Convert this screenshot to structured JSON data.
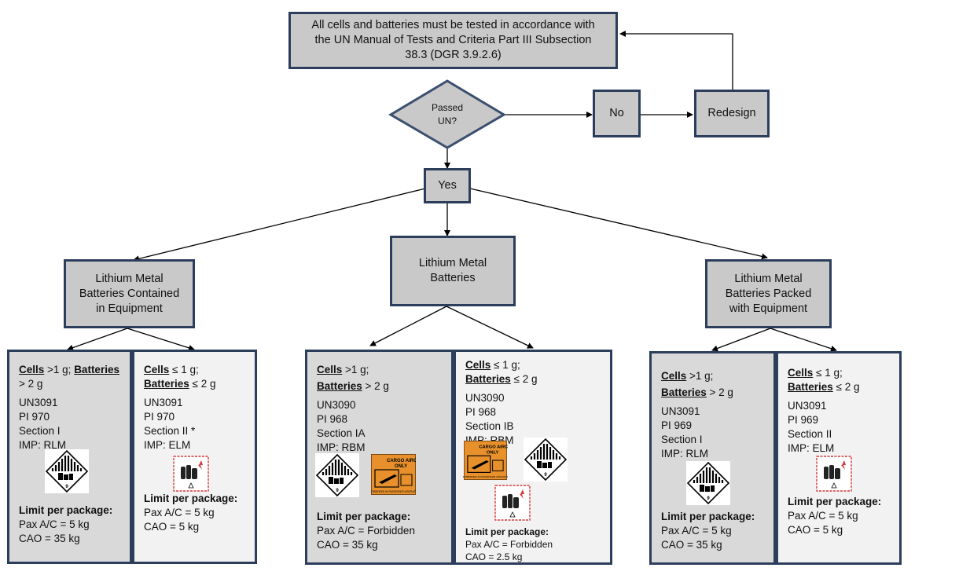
{
  "top": {
    "text": "All cells and batteries must be tested in accordance with the UN Manual of Tests and Criteria Part III Subsection 38.3 (DGR 3.9.2.6)"
  },
  "decision": {
    "line1": "Passed",
    "line2": "UN?"
  },
  "no": "No",
  "redesign": "Redesign",
  "yes": "Yes",
  "categories": {
    "equipment": "Lithium Metal Batteries Contained in Equipment",
    "metal": "Lithium Metal Batteries",
    "packed": "Lithium Metal Batteries Packed with Equipment"
  },
  "panels": {
    "p1": {
      "cells": "Cells",
      "cells_val": " >1 g; ",
      "batteries": "Batteries",
      "batteries_val": "> 2 g",
      "un": "UN3091",
      "pi": "PI 970",
      "section": "Section I",
      "imp": "IMP: RLM",
      "limit": "Limit per package:",
      "pax": "Pax A/C = 5 kg",
      "cao": "CAO = 35 kg"
    },
    "p2": {
      "cells": "Cells",
      "cells_val": " ≤ 1 g;",
      "batteries": "Batteries",
      "batteries_val": " ≤ 2 g",
      "un": "UN3091",
      "pi": "PI 970",
      "section": "Section II *",
      "imp": "IMP: ELM",
      "limit": "Limit per package:",
      "pax": "Pax A/C = 5 kg",
      "cao": "CAO = 5 kg"
    },
    "p3": {
      "cells": "Cells",
      "cells_val": " >1 g;",
      "batteries": "Batteries",
      "batteries_val": " > 2 g",
      "un": "UN3090",
      "pi": "PI 968",
      "section": "Section IA",
      "imp": "IMP: RBM",
      "limit": "Limit per package:",
      "pax": "Pax A/C = Forbidden",
      "cao": "CAO = 35 kg"
    },
    "p4": {
      "cells": "Cells",
      "cells_val": " ≤ 1 g;",
      "batteries": "Batteries",
      "batteries_val": " ≤ 2 g",
      "un": "UN3090",
      "pi": "PI 968",
      "section": "Section IB",
      "imp": "IMP: RBM",
      "limit": "Limit per package:",
      "pax": "Pax A/C = Forbidden",
      "cao": "CAO = 2.5 kg"
    },
    "p5": {
      "cells": "Cells",
      "cells_val": " >1 g;",
      "batteries": "Batteries",
      "batteries_val": " > 2 g",
      "un": "UN3091",
      "pi": "PI 969",
      "section": "Section I",
      "imp": "IMP: RLM",
      "limit": "Limit per package:",
      "pax": "Pax A/C = 5 kg",
      "cao": "CAO = 35 kg"
    },
    "p6": {
      "cells": "Cells",
      "cells_val": " ≤ 1 g;",
      "batteries": "Batteries",
      "batteries_val": " ≤ 2 g",
      "un": "UN3091",
      "pi": "PI 969",
      "section": "Section II",
      "imp": "IMP: ELM",
      "limit": "Limit per package:",
      "pax": "Pax A/C = 5 kg",
      "cao": "CAO = 5 kg"
    }
  },
  "labels": {
    "class9_number": "9",
    "cao_line1": "CARGO AIRCRAFT",
    "cao_line2": "ONLY",
    "cao_footer": "FORBIDDEN IN PASSENGER AIRCRAFT"
  },
  "colors": {
    "box_fill": "#c9c9c9",
    "border": "#2c3e5c",
    "cao_orange": "#e8912c"
  }
}
